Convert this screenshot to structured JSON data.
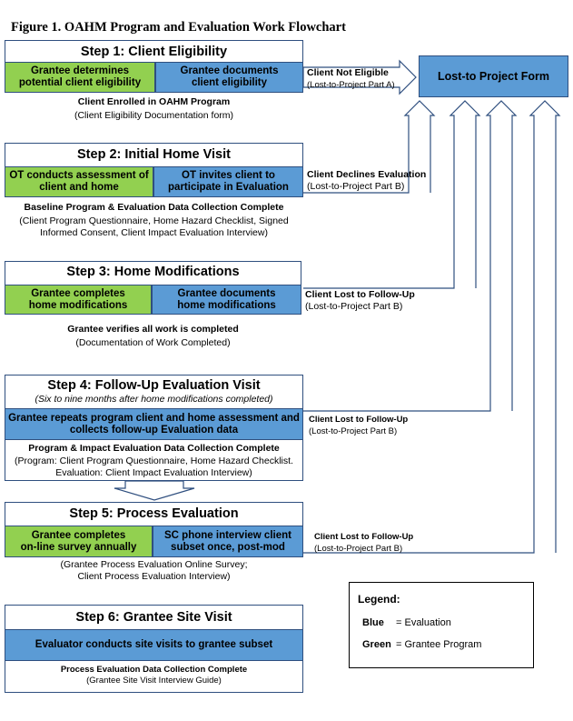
{
  "figure_title": "Figure 1. OAHM Program and Evaluation Work Flowchart",
  "lost_form": "Lost-to Project Form",
  "steps": {
    "s1": {
      "title": "Step 1: Client Eligibility",
      "green_l1": "Grantee determines",
      "green_l2": "potential client eligibility",
      "blue_l1": "Grantee documents",
      "blue_l2": "client eligibility",
      "note_l1": "Client Enrolled in OAHM Program",
      "note_l2": "(Client Eligibility Documentation form)",
      "side_l1": "Client Not Eligible",
      "side_l2": "(Lost-to-Project Part A)"
    },
    "s2": {
      "title": "Step 2: Initial Home Visit",
      "green_l1": "OT conducts assessment of",
      "green_l2": "client and home",
      "blue_l1": "OT invites client to",
      "blue_l2": "participate in Evaluation",
      "note_l1": "Baseline Program & Evaluation Data Collection Complete",
      "note_l2": "(Client Program Questionnaire, Home Hazard Checklist, Signed",
      "note_l3": "Informed Consent, Client Impact Evaluation Interview)",
      "side_l1": "Client Declines Evaluation",
      "side_l2": "(Lost-to-Project Part B)"
    },
    "s3": {
      "title": "Step 3: Home Modifications",
      "green_l1": "Grantee completes",
      "green_l2": "home modifications",
      "blue_l1": "Grantee documents",
      "blue_l2": "home modifications",
      "note_l1": "Grantee verifies all work is completed",
      "note_l2": "(Documentation of Work Completed)",
      "side_l1": "Client Lost to Follow-Up",
      "side_l2": "(Lost-to-Project Part B)"
    },
    "s4": {
      "title": "Step 4: Follow-Up Evaluation Visit",
      "subtitle": "(Six to nine months after home modifications completed)",
      "blue_l1": "Grantee repeats program client and home assessment and",
      "blue_l2": "collects follow-up Evaluation data",
      "note_l1": "Program & Impact Evaluation Data Collection Complete",
      "note_l2": "(Program: Client Program Questionnaire, Home Hazard Checklist.",
      "note_l3": "Evaluation: Client Impact Evaluation Interview)",
      "side_l1": "Client Lost to Follow-Up",
      "side_l2": "(Lost-to-Project Part B)"
    },
    "s5": {
      "title": "Step 5: Process Evaluation",
      "green_l1": "Grantee completes",
      "green_l2": "on-line survey annually",
      "blue_l1": "SC phone interview client",
      "blue_l2": "subset once, post-mod",
      "note_l1": "(Grantee Process Evaluation Online Survey;",
      "note_l2": "Client Process Evaluation Interview)",
      "side_l1": "Client Lost to Follow-Up",
      "side_l2": "(Lost-to-Project Part B)"
    },
    "s6": {
      "title": "Step 6: Grantee Site Visit",
      "blue_l1": "Evaluator conducts site visits to grantee subset",
      "note_l1": "Process Evaluation Data Collection Complete",
      "note_l2": "(Grantee Site Visit Interview Guide)"
    }
  },
  "legend": {
    "title": "Legend:",
    "blue_key": "Blue",
    "blue_val": "= Evaluation",
    "green_key": "Green",
    "green_val": "= Grantee Program"
  },
  "colors": {
    "green": "#92d050",
    "blue": "#5b9bd5",
    "border": "#2f4f7f"
  }
}
